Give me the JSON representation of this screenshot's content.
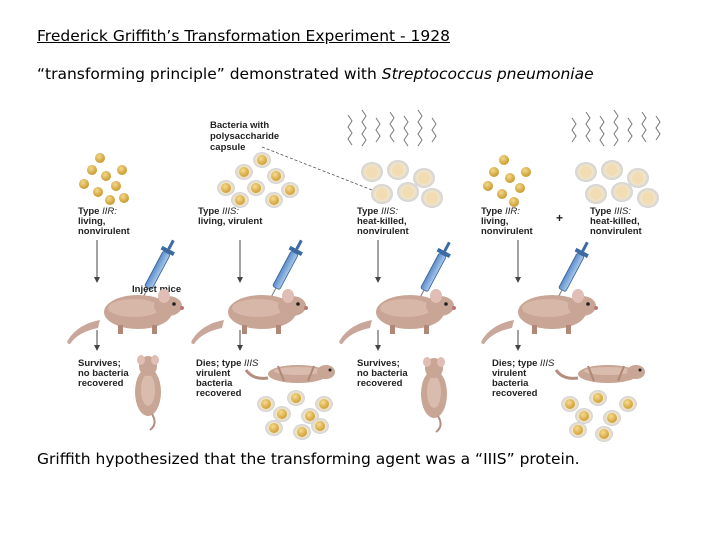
{
  "title": "Frederick Griffith’s Transformation Experiment - 1928",
  "subtitle": {
    "prefix": "“transforming principle” demonstrated with",
    "organism": "Streptococcus pneumoniae"
  },
  "footer": "Griffith hypothesized that the transforming agent was a “IIIS” protein.",
  "diagram": {
    "capsule_label": [
      "Bacteria with",
      "polysaccharide",
      "capsule"
    ],
    "inject_label": "Inject mice",
    "plus_sign": "+",
    "panels": [
      {
        "type_label": "Type ",
        "type_code": "IIR:",
        "desc": [
          "living,",
          "nonvirulent"
        ],
        "outcome": [
          "Survives;",
          "no bacteria",
          "recovered"
        ]
      },
      {
        "type_label": "Type ",
        "type_code": "IIIS:",
        "desc_inline": "living, virulent",
        "outcome_prefix": "Dies; type ",
        "outcome_code": "IIIS",
        "outcome": [
          "virulent",
          "bacteria",
          "recovered"
        ]
      },
      {
        "type_label": "Type ",
        "type_code": "IIIS:",
        "desc": [
          "heat-killed,",
          "nonvirulent"
        ],
        "outcome": [
          "Survives;",
          "no bacteria",
          "recovered"
        ]
      },
      {
        "type_label": "Type ",
        "type_code": "IIR:",
        "desc": [
          "living,",
          "nonvirulent"
        ],
        "type2_label": "Type ",
        "type2_code": "IIIS:",
        "desc2": [
          "heat-killed,",
          "nonvirulent"
        ],
        "outcome_prefix": "Dies; type ",
        "outcome_code": "IIIS",
        "outcome": [
          "virulent",
          "bacteria",
          "recovered"
        ]
      }
    ]
  }
}
